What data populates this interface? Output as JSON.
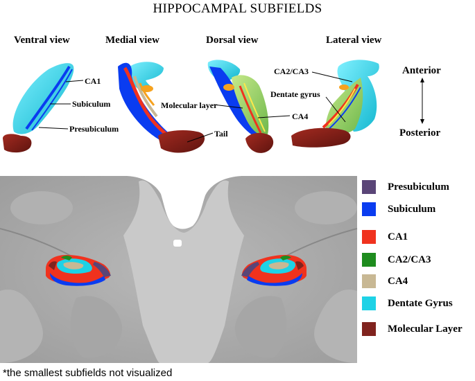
{
  "title": "HIPPOCAMPAL SUBFIELDS",
  "views": [
    "Ventral view",
    "Medial view",
    "Dorsal view",
    "Lateral view"
  ],
  "labels": {
    "ca1": "CA1",
    "subiculum": "Subiculum",
    "presubiculum": "Presubiculum",
    "tail": "Tail",
    "molecular_layer": "Molecular layer",
    "ca4": "CA4",
    "ca2ca3": "CA2/CA3",
    "dentate_gyrus": "Dentate gyrus"
  },
  "orientation": {
    "anterior": "Anterior",
    "posterior": "Posterior"
  },
  "legend": [
    {
      "label": "Presubiculum",
      "color": "#5a4577"
    },
    {
      "label": "Subiculum",
      "color": "#0a3cf0"
    },
    {
      "label": "CA1",
      "color": "#f0321e"
    },
    {
      "label": "CA2/CA3",
      "color": "#1e8c1e"
    },
    {
      "label": "CA4",
      "color": "#c8b894"
    },
    {
      "label": "Dentate Gyrus",
      "color": "#1ed2e6"
    },
    {
      "label": "Molecular Layer",
      "color": "#80231e"
    }
  ],
  "footnote": "*the smallest subfields not visualized"
}
